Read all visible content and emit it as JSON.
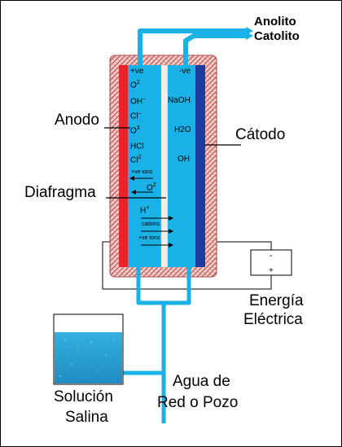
{
  "outputs": {
    "anolito": "Anolito",
    "catolito": "Catolito"
  },
  "labels": {
    "anodo": "Anodo",
    "catodo": "Cátodo",
    "diafragma": "Diafragma",
    "energia_1": "Energía",
    "energia_2": "Eléctrica",
    "agua_1": "Agua de",
    "agua_2": "Red o Pozo",
    "solucion_1": "Solución",
    "solucion_2": "Salina"
  },
  "anode_chamber": {
    "pole": "+ve",
    "species": [
      "O",
      "OH",
      "Cl",
      "O",
      "HCl",
      "Cl"
    ],
    "species_sup": [
      "2",
      "–",
      "–",
      "3",
      "",
      "2"
    ],
    "ions": "+ve ions",
    "o2": "O"
  },
  "cathode_chamber": {
    "pole": "-ve",
    "species": [
      "NaOH",
      "H2O",
      "OH"
    ]
  },
  "center": {
    "h": "H",
    "cations": "cations",
    "ions": "+ve ions"
  },
  "power": {
    "minus": "-",
    "plus": "+"
  },
  "colors": {
    "water_blue": "#1ab2e6",
    "anode_red": "#e8262a",
    "cathode_navy": "#1e3c9c",
    "hatch": "#c0504d"
  }
}
